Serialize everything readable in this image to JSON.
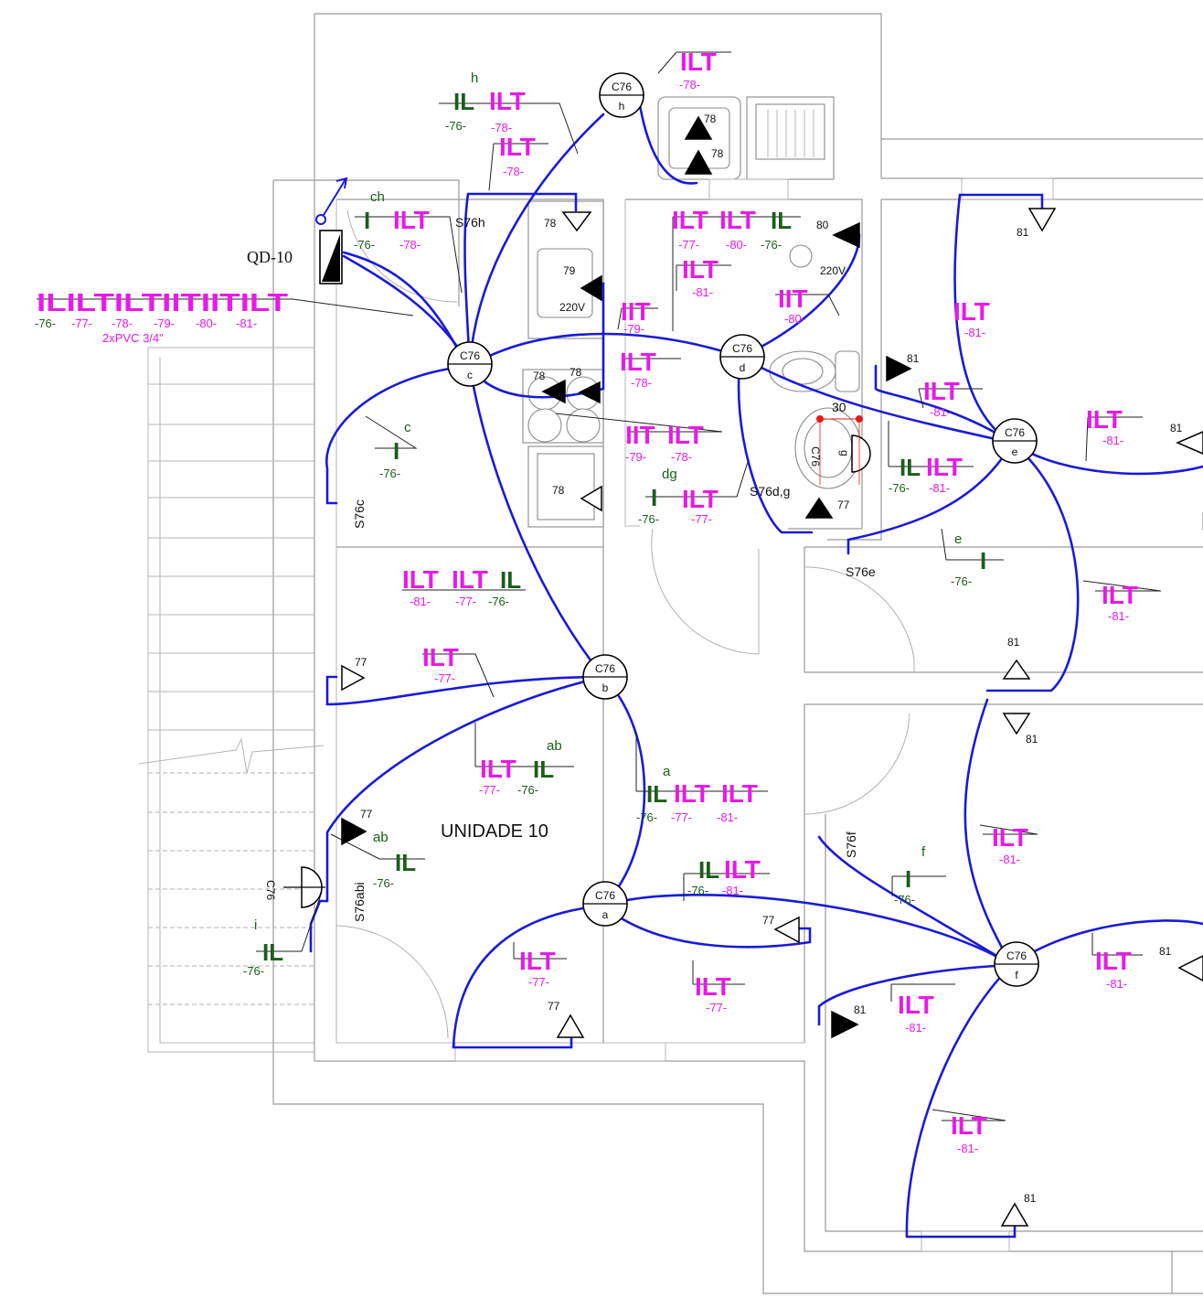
{
  "colors": {
    "wire": "#1a1ad8",
    "phase_text": "#e81ae8",
    "switch_text": "#1a5e1a",
    "wall": "#9a9a9a"
  },
  "panel": {
    "label": "QD-10"
  },
  "unit_label": "UNIDADE 10",
  "lum_circuit": "C76",
  "luminaires": [
    {
      "id": "h",
      "label": "h"
    },
    {
      "id": "c",
      "label": "c"
    },
    {
      "id": "d",
      "label": "d"
    },
    {
      "id": "e",
      "label": "e"
    },
    {
      "id": "b",
      "label": "b"
    },
    {
      "id": "a",
      "label": "a"
    },
    {
      "id": "f",
      "label": "f"
    }
  ],
  "wall_lamp": {
    "circuit": "C76",
    "label": "g"
  },
  "side_lamp": {
    "circuit": "C76"
  },
  "switch_labels": {
    "h": "S76h",
    "c": "S76c",
    "dg": "S76d,g",
    "e": "S76e",
    "f": "S76f",
    "abi": "S76abi"
  },
  "main_bundle": {
    "symbols": "ILILTILTIITIITILT",
    "nums": [
      "-76-",
      "-77-",
      "-78-",
      "-79-",
      "-80-",
      "-81-"
    ],
    "conduit": "2xPVC 3/4\""
  },
  "outlets": {
    "o78": "78",
    "o79": "79",
    "o80": "80",
    "o81": "81",
    "o77": "77",
    "v220": "220V",
    "h30": "30"
  },
  "tags": {
    "ilt": "ILT",
    "iit": "IIT",
    "il": "IL",
    "i": "I",
    "n76": "-76-",
    "n77": "-77-",
    "n78": "-78-",
    "n79": "-79-",
    "n80": "-80-",
    "n81": "-81-",
    "sh": "h",
    "sch": "ch",
    "sc": "c",
    "sdg": "dg",
    "se": "e",
    "sab": "ab",
    "sa": "a",
    "sf": "f",
    "si": "i"
  }
}
